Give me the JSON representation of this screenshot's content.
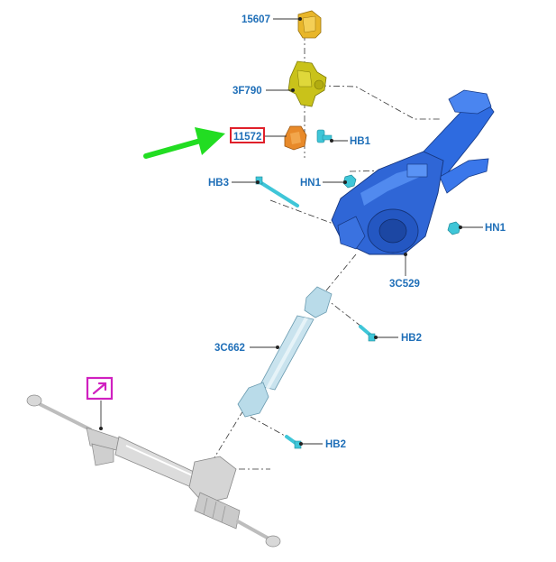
{
  "colors": {
    "label": "#1f6fb8",
    "highlight_box": "#e0202a",
    "arrow": "#22dd22",
    "column_blue": "#2e6be0",
    "bracket_yellow": "#c9c21a",
    "orange_part": "#e88a2a",
    "fastener_cyan": "#3fc6d8",
    "rack_gray": "#cfcfcf",
    "link_icon_magenta": "#d020c0"
  },
  "parts": {
    "p15607": "15607",
    "p3f790": "3F790",
    "p11572": "11572",
    "hb1": "HB1",
    "hb3": "HB3",
    "hn1_left": "HN1",
    "hn1_right": "HN1",
    "p3c529": "3C529",
    "hb2_upper": "HB2",
    "p3c662": "3C662",
    "hb2_lower": "HB2"
  },
  "icons": {
    "link": "external-link-icon",
    "pointer": "arrow-icon"
  }
}
